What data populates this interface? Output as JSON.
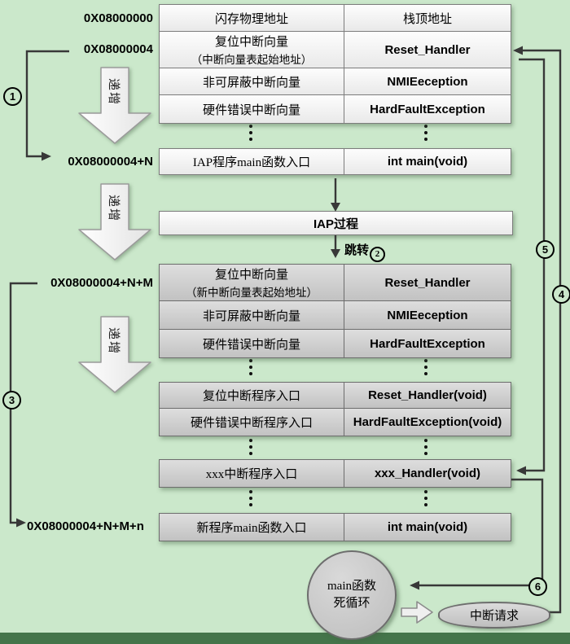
{
  "background": {
    "page_color": "#cbe8cb",
    "footer_color": "#44754a",
    "line_color": "#383838"
  },
  "addresses": {
    "a0": "0X08000000",
    "a1": "0X08000004",
    "a2": "0X08000004+N",
    "a3": "0X08000004+N+M",
    "a4": "0X08000004+N+M+n"
  },
  "markers": {
    "m1": "1",
    "m2": "2",
    "m3": "3",
    "m4": "4",
    "m5": "5",
    "m6": "6"
  },
  "increment_label": "递增",
  "jump_label": "跳转",
  "iap_box_label": "IAP过程",
  "table1": {
    "rows": [
      {
        "c1": "闪存物理地址",
        "c2": "栈顶地址"
      },
      {
        "c1": "复位中断向量",
        "c1sub": "（中断向量表起始地址）",
        "c2": "Reset_Handler"
      },
      {
        "c1": "非可屏蔽中断向量",
        "c2": "NMIEeception"
      },
      {
        "c1": "硬件错误中断向量",
        "c2": "HardFaultException"
      },
      {
        "c1": "IAP程序main函数入口",
        "c2": "int main(void)"
      }
    ]
  },
  "table2": {
    "rows": [
      {
        "c1": "复位中断向量",
        "c1sub": "（新中断向量表起始地址）",
        "c2": "Reset_Handler"
      },
      {
        "c1": "非可屏蔽中断向量",
        "c2": "NMIEeception"
      },
      {
        "c1": "硬件错误中断向量",
        "c2": "HardFaultException"
      },
      {
        "c1": "复位中断程序入口",
        "c2": "Reset_Handler(void)"
      },
      {
        "c1": "硬件错误中断程序入口",
        "c2": "HardFaultException(void)"
      },
      {
        "c1": "xxx中断程序入口",
        "c2": "xxx_Handler(void)"
      },
      {
        "c1": "新程序main函数入口",
        "c2": "int main(void)"
      }
    ]
  },
  "bottom": {
    "circle_line1": "main函数",
    "circle_line2": "死循环",
    "ellipse_label": "中断请求"
  }
}
